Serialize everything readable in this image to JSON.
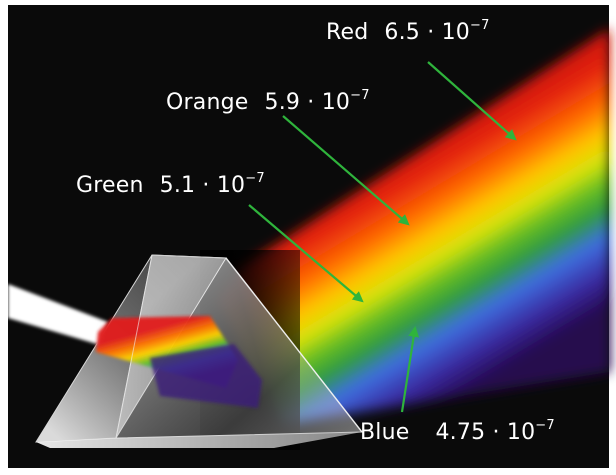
{
  "bands": [
    {
      "name": "Red",
      "mantissa": "6.5",
      "exponent": "−7"
    },
    {
      "name": "Orange",
      "mantissa": "5.9",
      "exponent": "−7"
    },
    {
      "name": "Green",
      "mantissa": "5.1",
      "exponent": "−7"
    },
    {
      "name": "Blue",
      "mantissa": "4.75",
      "exponent": "−7"
    }
  ],
  "multiply_sign": "·",
  "base": "10",
  "colors": {
    "background": "#0a0a0a",
    "frame": "#ffffff",
    "arrow": "#2fb43c",
    "label_text": "#ffffff",
    "white_beam": "#ffffff",
    "spectrum": [
      "#d40f12",
      "#ff6a00",
      "#ffd200",
      "#6fc21c",
      "#2a9a3a",
      "#3f6fe0",
      "#3b2a9a",
      "#2a0a5a"
    ]
  }
}
